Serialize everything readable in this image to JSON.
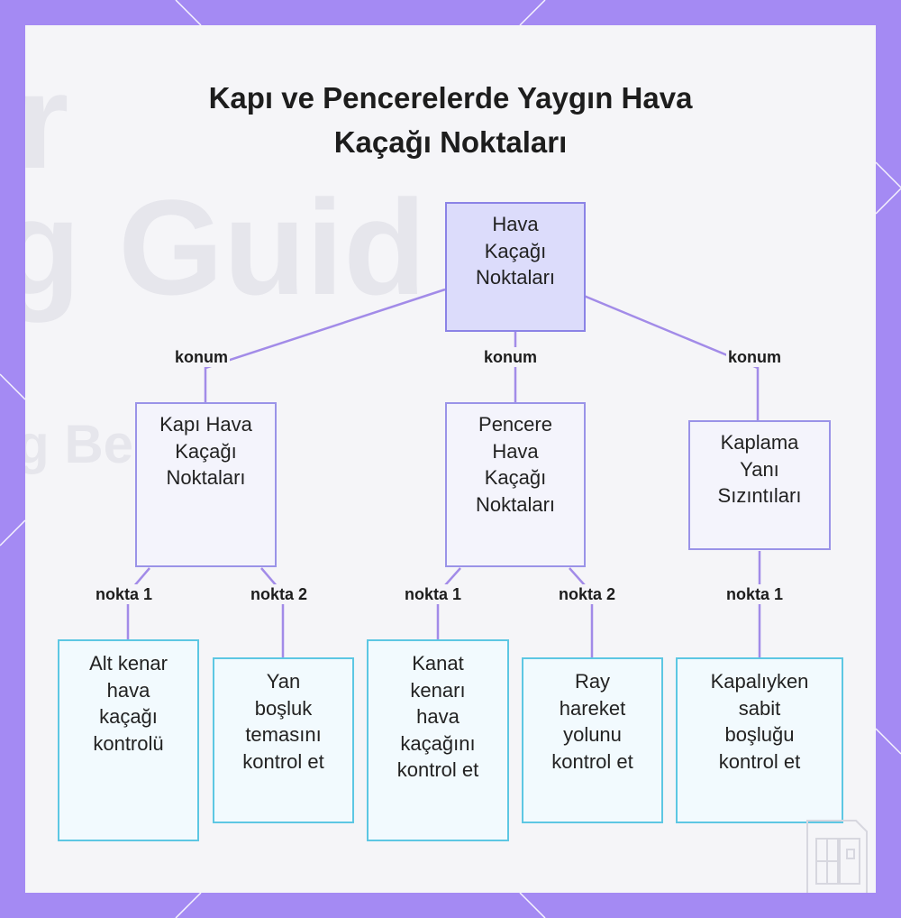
{
  "title": {
    "line1": "Kapı ve Pencerelerde Yaygın Hava",
    "line2": "Kaçağı Noktaları"
  },
  "background_watermark": {
    "line1": "r",
    "line2": "g Guid",
    "line3": "g Be"
  },
  "nodes": {
    "root": {
      "lines": [
        "Hava",
        "Kaçağı",
        "Noktaları"
      ]
    },
    "door": {
      "lines": [
        "Kapı Hava",
        "Kaçağı",
        "Noktaları"
      ]
    },
    "window": {
      "lines": [
        "Pencere",
        "Hava",
        "Kaçağı",
        "Noktaları"
      ]
    },
    "cladding": {
      "lines": [
        "Kaplama",
        "Yanı",
        "Sızıntıları"
      ]
    },
    "door_p1": {
      "lines": [
        "Alt kenar",
        "hava",
        "kaçağı",
        "kontrolü"
      ]
    },
    "door_p2": {
      "lines": [
        "Yan",
        "boşluk",
        "temasını",
        "kontrol et"
      ]
    },
    "window_p1": {
      "lines": [
        "Kanat",
        "kenarı",
        "hava",
        "kaçağını",
        "kontrol et"
      ]
    },
    "window_p2": {
      "lines": [
        "Ray",
        "hareket",
        "yolunu",
        "kontrol et"
      ]
    },
    "cladding_p1": {
      "lines": [
        "Kapalıyken",
        "sabit",
        "boşluğu",
        "kontrol et"
      ]
    }
  },
  "edge_labels": {
    "root_door": "konum",
    "root_window": "konum",
    "root_cladding": "konum",
    "door_p1": "nokta 1",
    "door_p2": "nokta 2",
    "window_p1": "nokta 1",
    "window_p2": "nokta 2",
    "cladding_p1": "nokta 1"
  },
  "colors": {
    "frame": "#a48af3",
    "panel": "#f5f5f8",
    "root_fill": "#dcdcfb",
    "mid_fill": "#f4f4fc",
    "leaf_fill": "#f2fafe",
    "mid_border": "#9a93e8",
    "leaf_border": "#5dc7e3",
    "edge": "#a28be8"
  },
  "icons": {
    "corner": "document-window-icon"
  }
}
